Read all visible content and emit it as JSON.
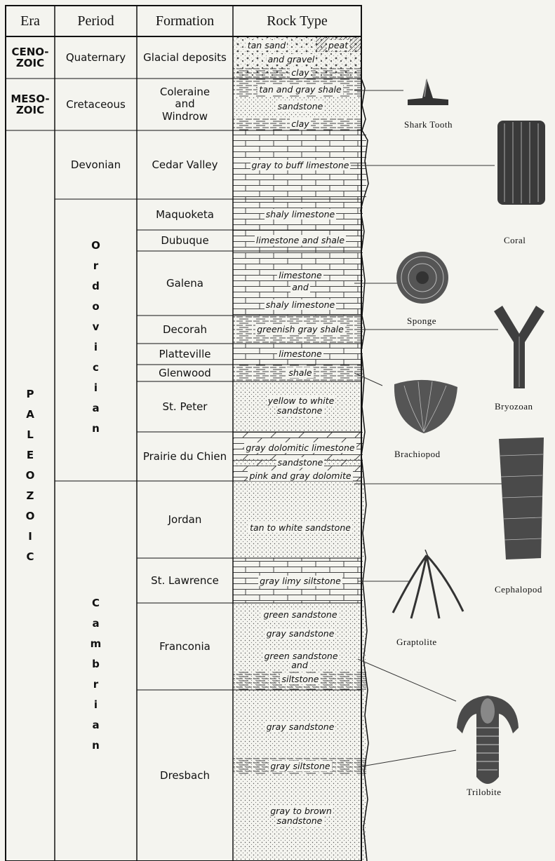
{
  "headers": {
    "era": "Era",
    "period": "Period",
    "formation": "Formation",
    "rock_type": "Rock Type"
  },
  "eras": {
    "cenozoic": "CENO-\nZOIC",
    "mesozoic": "MESO-\nZOIC",
    "paleozoic": "PALEOZOIC"
  },
  "periods": {
    "quaternary": "Quaternary",
    "cretaceous": "Cretaceous",
    "devonian": "Devonian",
    "ordovician": "Ordovician",
    "cambrian": "Cambrian"
  },
  "formations": {
    "glacial": "Glacial deposits",
    "coleraine": "Coleraine\nand\nWindrow",
    "cedar": "Cedar Valley",
    "maquoketa": "Maquoketa",
    "dubuque": "Dubuque",
    "galena": "Galena",
    "decorah": "Decorah",
    "platteville": "Platteville",
    "glenwood": "Glenwood",
    "stpeter": "St. Peter",
    "prairie": "Prairie du Chien",
    "jordan": "Jordan",
    "stlawrence": "St. Lawrence",
    "franconia": "Franconia",
    "dresbach": "Dresbach"
  },
  "rocks": {
    "tan_sand": "tan sand",
    "peat": "peat",
    "and_gravel": "and gravel",
    "clay1": "clay",
    "tan_gray_shale": "tan and gray shale",
    "sandstone1": "sandstone",
    "clay2": "clay",
    "buff_limestone": "gray to buff limestone",
    "shaly_limestone1": "shaly limestone",
    "limestone_shale": "limestone and shale",
    "limestone1": "limestone",
    "and1": "and",
    "shaly_limestone2": "shaly limestone",
    "greenish_shale": "greenish gray shale",
    "limestone2": "limestone",
    "shale": "shale",
    "yellow_white": "yellow to white\nsandstone",
    "dolomitic": "gray dolomitic limestone",
    "sandstone2": "sandstone",
    "pink_dolomite": "pink and gray dolomite",
    "tan_white": "tan to white sandstone",
    "limy_siltstone": "gray limy siltstone",
    "green_sandstone1": "green sandstone",
    "gray_sandstone1": "gray sandstone",
    "green_sandstone2": "green sandstone\nand",
    "siltstone": "siltstone",
    "gray_sandstone2": "gray sandstone",
    "gray_siltstone": "gray siltstone",
    "gray_brown": "gray to brown\nsandstone"
  },
  "fossils": {
    "shark": "Shark Tooth",
    "coral": "Coral",
    "sponge": "Sponge",
    "bryozoan": "Bryozoan",
    "brachiopod": "Brachiopod",
    "cephalopod": "Cephalopod",
    "graptolite": "Graptolite",
    "trilobite": "Trilobite"
  }
}
